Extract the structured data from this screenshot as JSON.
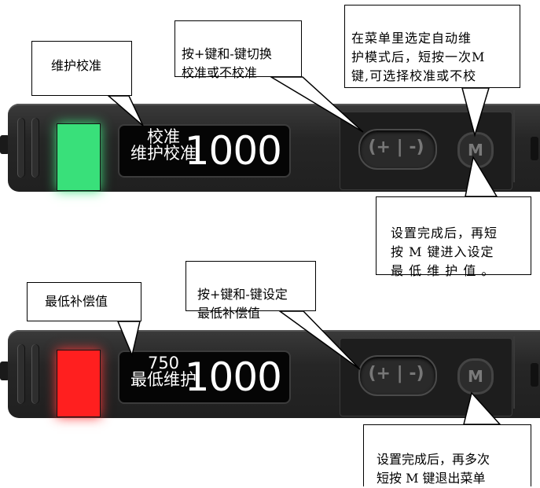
{
  "device_top": {
    "led_color": "#39e07a",
    "screen_line1": "校准",
    "screen_line2": "维护校准",
    "screen_value": "1000",
    "plus_minus_label": "(+ | -)",
    "m_label": "M"
  },
  "device_bottom": {
    "led_color": "#ff1f1f",
    "screen_line1": "750",
    "screen_line2": "最低维护",
    "screen_value": "1000",
    "plus_minus_label": "(+ | -)",
    "m_label": "M"
  },
  "callouts": {
    "c1": "维护校准",
    "c2": "按+键和-键切换\n校准或不校准",
    "c3": "在菜单里选定自动维\n护模式后，短按一次M\n键,可选择校准或不校",
    "c4": "设置完成后，再短\n按 M 键进入设定\n最 低 维 护 值 。",
    "c5": "最低补偿值",
    "c6": "按+键和-键设定\n最低补偿值",
    "c7": "设置完成后，再多次\n短按 M 键退出菜单"
  }
}
